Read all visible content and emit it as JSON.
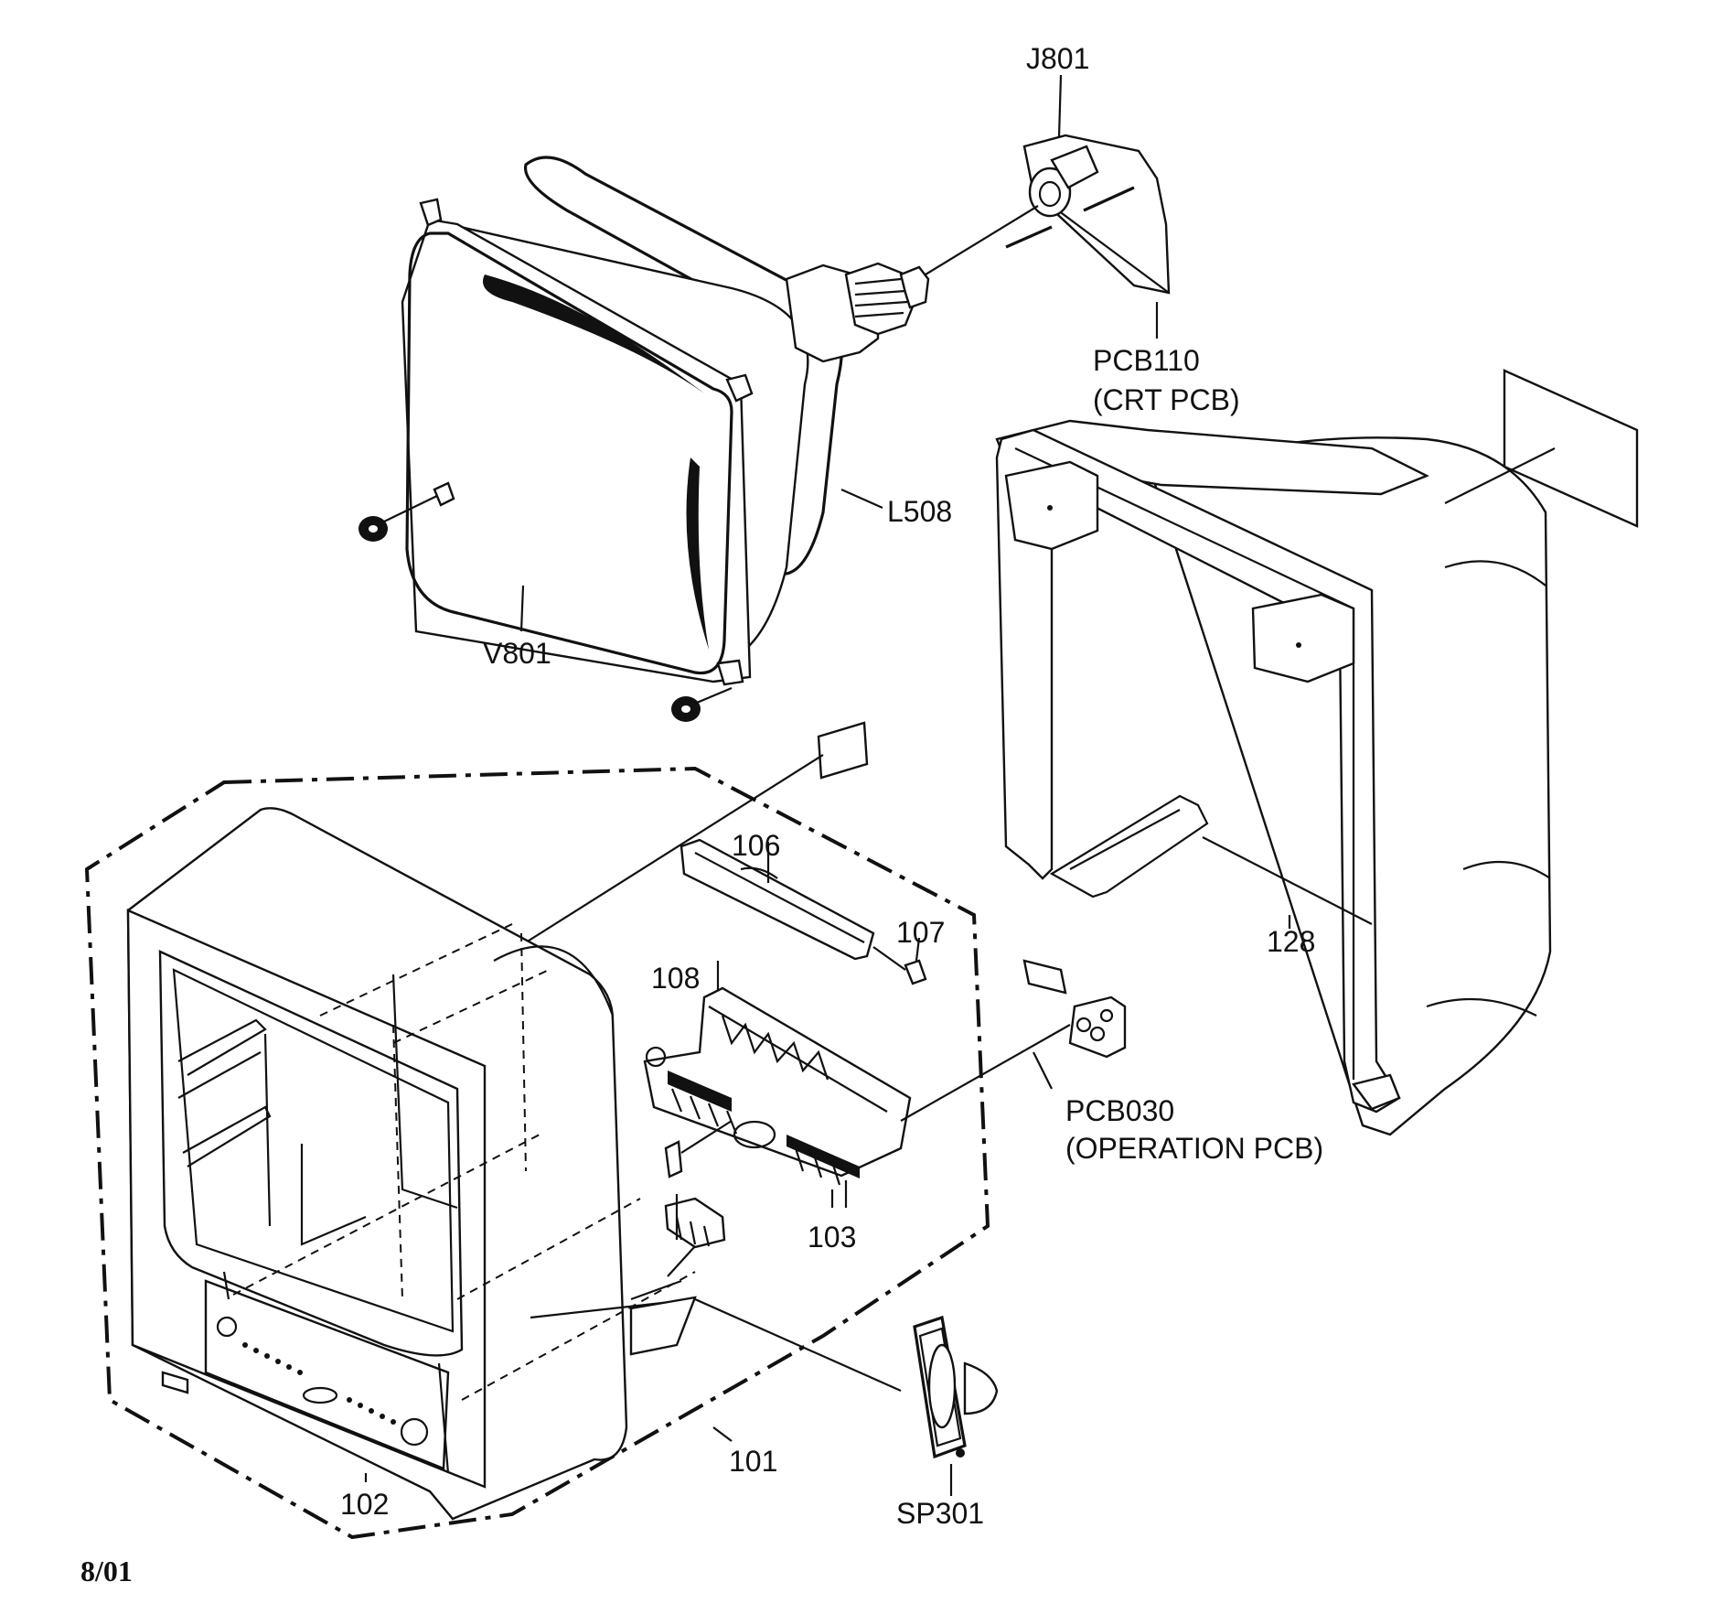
{
  "diagram": {
    "labels": {
      "j801": "J801",
      "pcb110_line1": "PCB110",
      "pcb110_line2": "(CRT PCB)",
      "l508": "L508",
      "v801": "V801",
      "p106": "106",
      "p107": "107",
      "p108": "108",
      "p128": "128",
      "pcb030_line1": "PCB030",
      "pcb030_line2": "(OPERATION PCB)",
      "p103": "103",
      "p101": "101",
      "p102": "102",
      "sp301": "SP301"
    },
    "footer_date": "8/01"
  }
}
